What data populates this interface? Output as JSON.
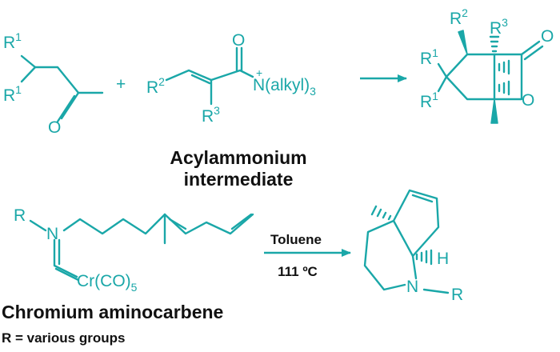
{
  "reaction1": {
    "reactant1_labels": {
      "r1_top": "R",
      "r1_top_sup": "1",
      "r1_bottom": "R",
      "r1_bottom_sup": "1",
      "oxygen": "O"
    },
    "plus": "+",
    "reactant2_labels": {
      "r2": "R",
      "r2_sup": "2",
      "oxygen": "O",
      "charge": "+",
      "amine": "N(alkyl)",
      "amine_sub": "3",
      "r3": "R",
      "r3_sup": "3"
    },
    "product_labels": {
      "r2": "R",
      "r2_sup": "2",
      "r3": "R",
      "r3_sup": "3",
      "r1_top": "R",
      "r1_top_sup": "1",
      "r1_bottom": "R",
      "r1_bottom_sup": "1",
      "carbonyl_o": "O",
      "ring_o": "O"
    },
    "caption_line1": "Acylammonium",
    "caption_line2": "intermediate"
  },
  "reaction2": {
    "reactant_labels": {
      "r": "R",
      "n": "N",
      "metal": "Cr(CO)",
      "metal_sub": "5"
    },
    "condition_top": "Toluene",
    "condition_bottom": "111 ºC",
    "product_labels": {
      "n": "N",
      "r": "R",
      "h": "H"
    },
    "caption": "Chromium aminocarbene",
    "note": "R = various groups"
  },
  "colors": {
    "structure": "#1aa7a8",
    "text": "#111111",
    "background": "#ffffff"
  }
}
